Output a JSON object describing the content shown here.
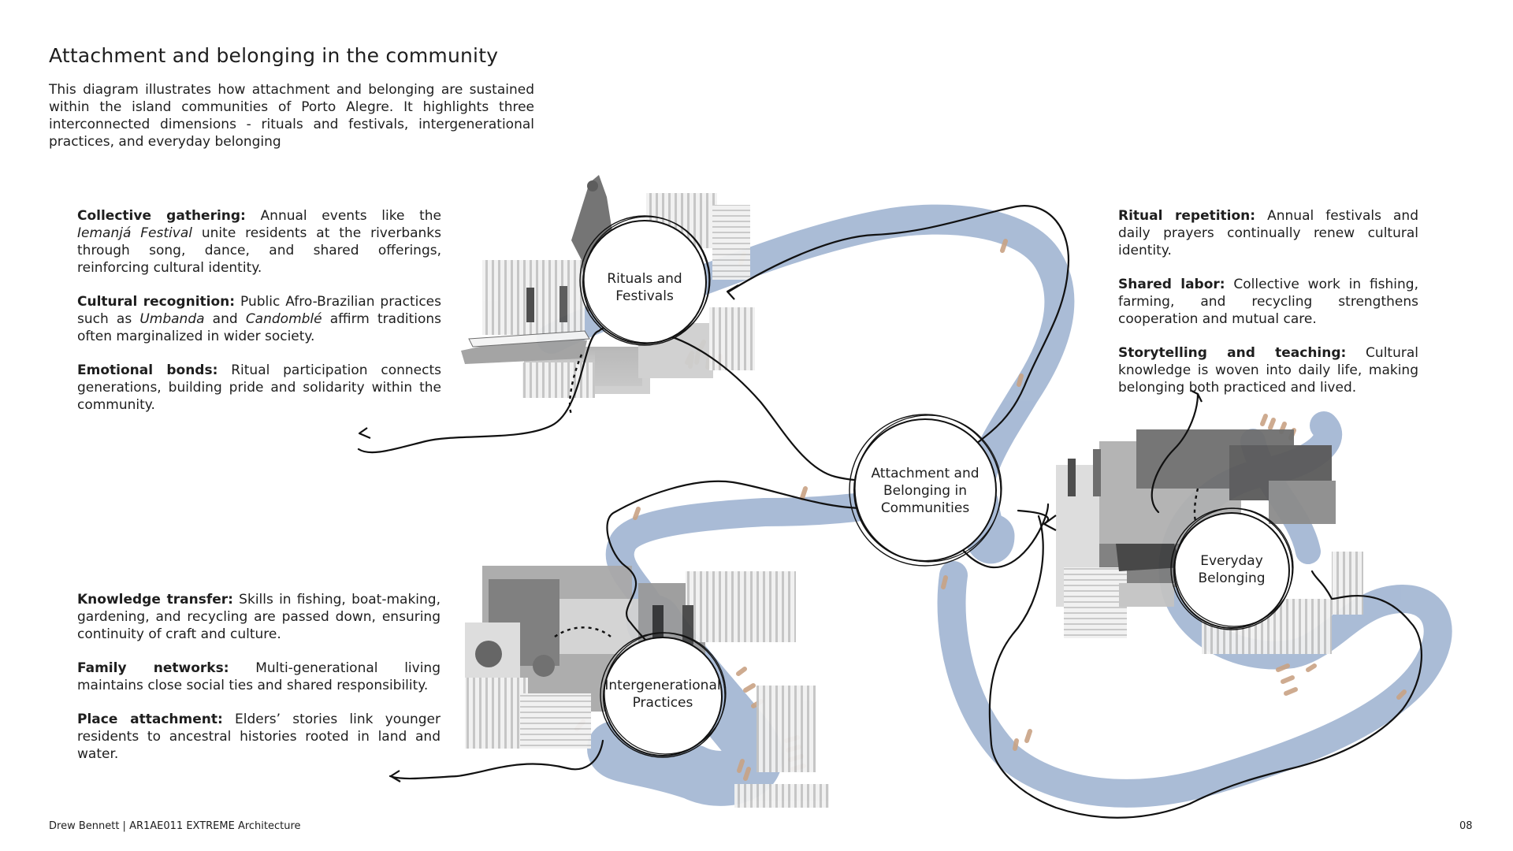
{
  "header": {
    "title": "Attachment and belonging in the community",
    "intro": "This diagram illustrates how attachment and belonging are sustained within the island communities of Porto Alegre. It highlights three interconnected dimensions - rituals and festivals, intergenerational practices, and everyday belonging"
  },
  "nodes": {
    "rituals": "Rituals and Festivals",
    "center": "Attachment and Belonging in Communities",
    "everyday": "Everyday Belonging",
    "intergenerational": "Intergenerational Practices"
  },
  "rituals_block": [
    {
      "term": "Collective gathering:",
      "parts": [
        {
          "t": " Annual events like the ",
          "i": false
        },
        {
          "t": "Iemanjá Festival",
          "i": true
        },
        {
          "t": " unite residents at the riverbanks through song, dance, and shared offerings, reinforcing cultural identity.",
          "i": false
        }
      ]
    },
    {
      "term": "Cultural recognition:",
      "parts": [
        {
          "t": " Public Afro-Brazilian practices such as ",
          "i": false
        },
        {
          "t": "Umbanda",
          "i": true
        },
        {
          "t": " and ",
          "i": false
        },
        {
          "t": "Candomblé",
          "i": true
        },
        {
          "t": " affirm traditions often marginalized in wider society.",
          "i": false
        }
      ]
    },
    {
      "term": "Emotional bonds:",
      "parts": [
        {
          "t": " Ritual participation connects generations, building pride and solidarity within the community.",
          "i": false
        }
      ]
    }
  ],
  "belonging_block": [
    {
      "term": "Ritual repetition:",
      "parts": [
        {
          "t": " Annual festivals and daily prayers continually renew cultural identity.",
          "i": false
        }
      ]
    },
    {
      "term": "Shared labor:",
      "parts": [
        {
          "t": " Collective work in fishing, farming, and recycling strengthens cooperation and mutual care.",
          "i": false
        }
      ]
    },
    {
      "term": "Storytelling and teaching:",
      "parts": [
        {
          "t": " Cultural knowledge is woven into daily life, making belonging both practiced and lived.",
          "i": false
        }
      ]
    }
  ],
  "intergenerational_block": [
    {
      "term": "Knowledge transfer:",
      "parts": [
        {
          "t": " Skills in fishing, boat-making, gardening, and recycling are passed down, ensuring continuity of craft and culture.",
          "i": false
        }
      ]
    },
    {
      "term": "Family networks:",
      "parts": [
        {
          "t": " Multi-generational living maintains close social ties and shared responsibility.",
          "i": false
        }
      ]
    },
    {
      "term": "Place attachment:",
      "parts": [
        {
          "t": " Elders’ stories link younger residents to ancestral histories rooted in land and water.",
          "i": false
        }
      ]
    }
  ],
  "footer": {
    "credit": "Drew Bennett | AR1AE011 EXTREME Architecture",
    "page_number": "08"
  },
  "colors": {
    "river": "#9bb0cf",
    "marks": "#c9a385",
    "ink": "#111111",
    "collage": "#bdbdbd"
  }
}
